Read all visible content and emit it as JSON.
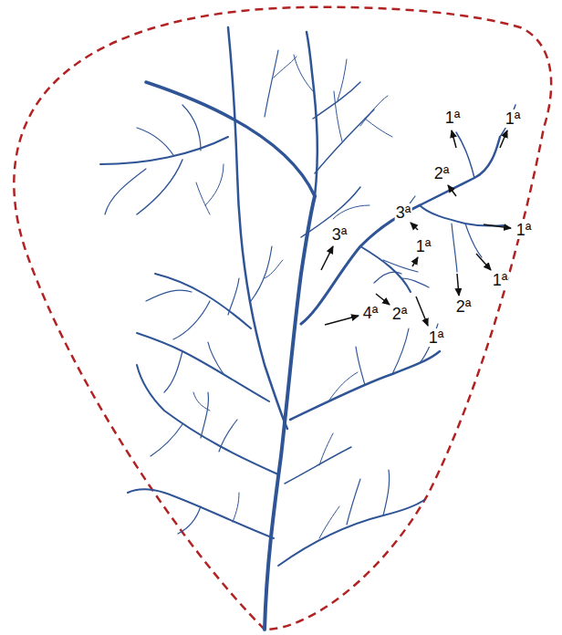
{
  "diagram": {
    "labels": [
      "1ª",
      "1ª",
      "2ª",
      "3ª",
      "3ª",
      "1ª",
      "1ª",
      "1ª",
      "2ª",
      "4ª",
      "2ª",
      "1ª"
    ]
  }
}
